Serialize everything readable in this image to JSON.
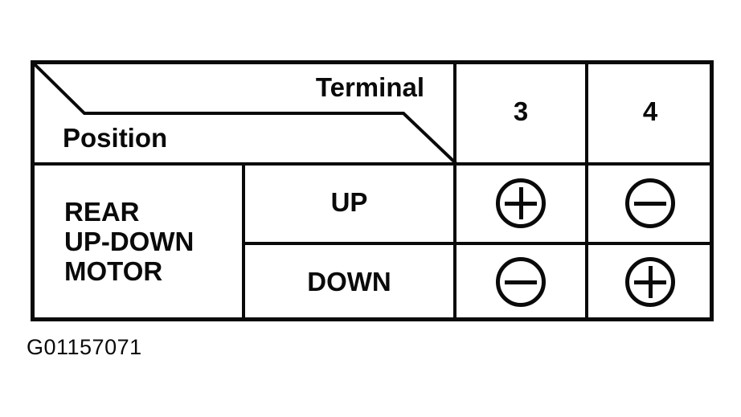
{
  "figure": {
    "id_label": "G01157071"
  },
  "table": {
    "corner": {
      "top_label": "Terminal",
      "bottom_label": "Position"
    },
    "terminal_columns": [
      "3",
      "4"
    ],
    "row_group": {
      "label": "REAR\nUP-DOWN\nMOTOR"
    },
    "rows": [
      {
        "position": "UP",
        "terminal_3": "plus",
        "terminal_4": "minus"
      },
      {
        "position": "DOWN",
        "terminal_3": "minus",
        "terminal_4": "plus"
      }
    ]
  },
  "colors": {
    "ink": "#0a0a0a",
    "paper": "#ffffff"
  }
}
